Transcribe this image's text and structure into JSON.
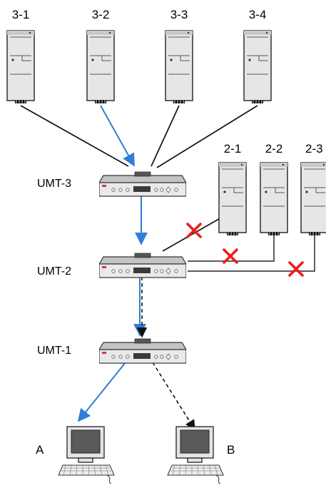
{
  "servers_top": [
    "3-1",
    "3-2",
    "3-3",
    "3-4"
  ],
  "servers_mid": [
    "2-1",
    "2-2",
    "2-3"
  ],
  "switches": [
    "UMT-3",
    "UMT-2",
    "UMT-1"
  ],
  "consoles": [
    "A",
    "B"
  ],
  "colors": {
    "active_path": "#2e7fd6",
    "blocked_mark": "#ee1c1c",
    "cable": "#111111"
  },
  "icons": [
    "server-tower-icon",
    "kvm-switch-icon",
    "workstation-icon",
    "blocked-x-icon"
  ]
}
